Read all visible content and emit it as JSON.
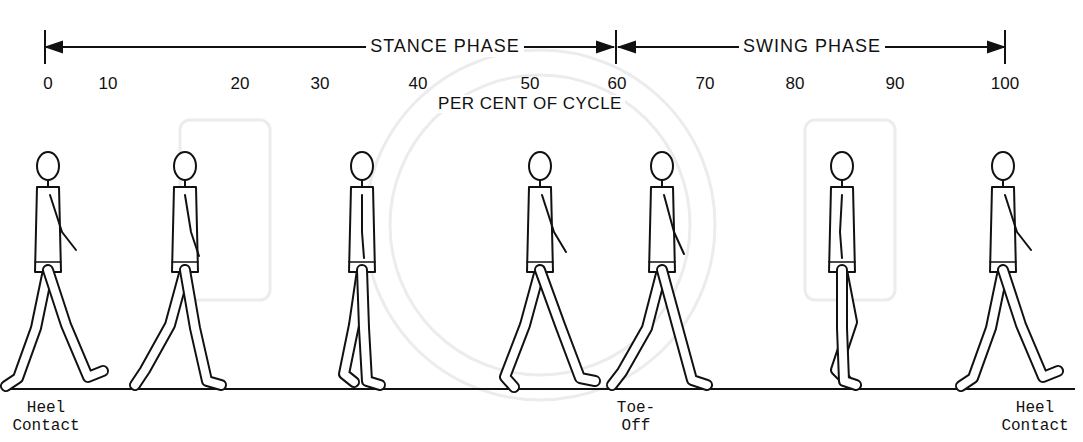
{
  "diagram": {
    "labels": [
      "STANCE PHASE",
      "SWING PHASE",
      "0",
      "10",
      "20",
      "30",
      "40",
      "50",
      "60",
      "70",
      "80",
      "90",
      "100",
      "PER CENT OF CYCLE",
      "Heel Contact",
      "Toe-Off",
      "Heel Contact"
    ]
  }
}
